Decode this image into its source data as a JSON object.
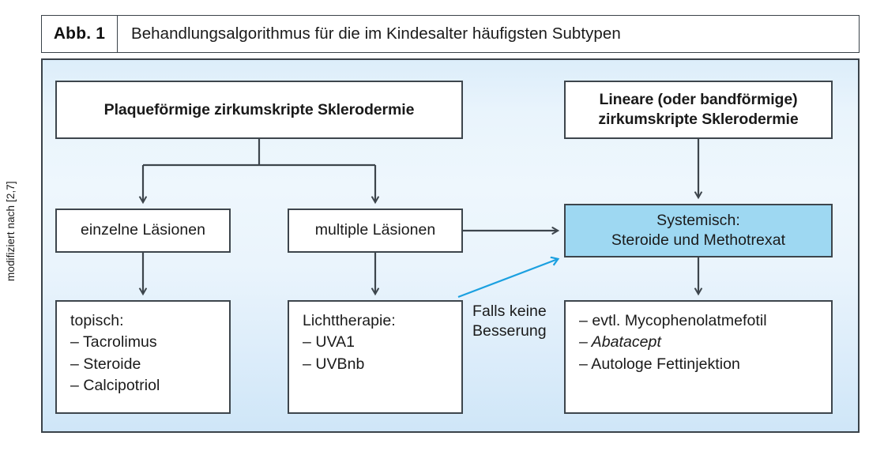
{
  "figure": {
    "credit": "modifiziert nach [2,7]",
    "caption_number": "Abb. 1",
    "caption_text": "Behandlungsalgorithmus für die im Kindesalter häufigsten Subtypen"
  },
  "colors": {
    "panel_background_top": "#dcedfa",
    "panel_background_mid": "#eef7fd",
    "panel_background_bottom": "#cfe6f8",
    "border": "#3d454c",
    "highlight_fill": "#9ed8f2",
    "annotation_arrow": "#1ba0e0",
    "text": "#1a1a1a",
    "box_fill": "#ffffff"
  },
  "nodes": {
    "plaque": {
      "label": "Plaqueförmige zirkumskripte Sklerodermie",
      "style": "bold"
    },
    "linear": {
      "line1": "Lineare (oder bandförmige)",
      "line2": "zirkumskripte Sklerodermie",
      "style": "bold"
    },
    "single_lesions": {
      "label": "einzelne Läsionen"
    },
    "multiple_lesions": {
      "label": "multiple Läsionen"
    },
    "systemic": {
      "line1": "Systemisch:",
      "line2": "Steroide und Methotrexat",
      "highlighted": true
    },
    "topical": {
      "heading": "topisch:",
      "items": [
        "– Tacrolimus",
        "– Steroide",
        "– Calcipotriol"
      ]
    },
    "phototherapy": {
      "heading": "Lichttherapie:",
      "items": [
        "– UVA1",
        "– UVBnb"
      ]
    },
    "second_line": {
      "items": [
        {
          "text": "– evtl. Mycophenolatmefotil",
          "italic": false
        },
        {
          "text": "– Abatacept",
          "italic": true
        },
        {
          "text": "– Autologe Fettinjektion",
          "italic": false
        }
      ]
    }
  },
  "annotation": {
    "line1": "Falls keine",
    "line2": "Besserung"
  }
}
